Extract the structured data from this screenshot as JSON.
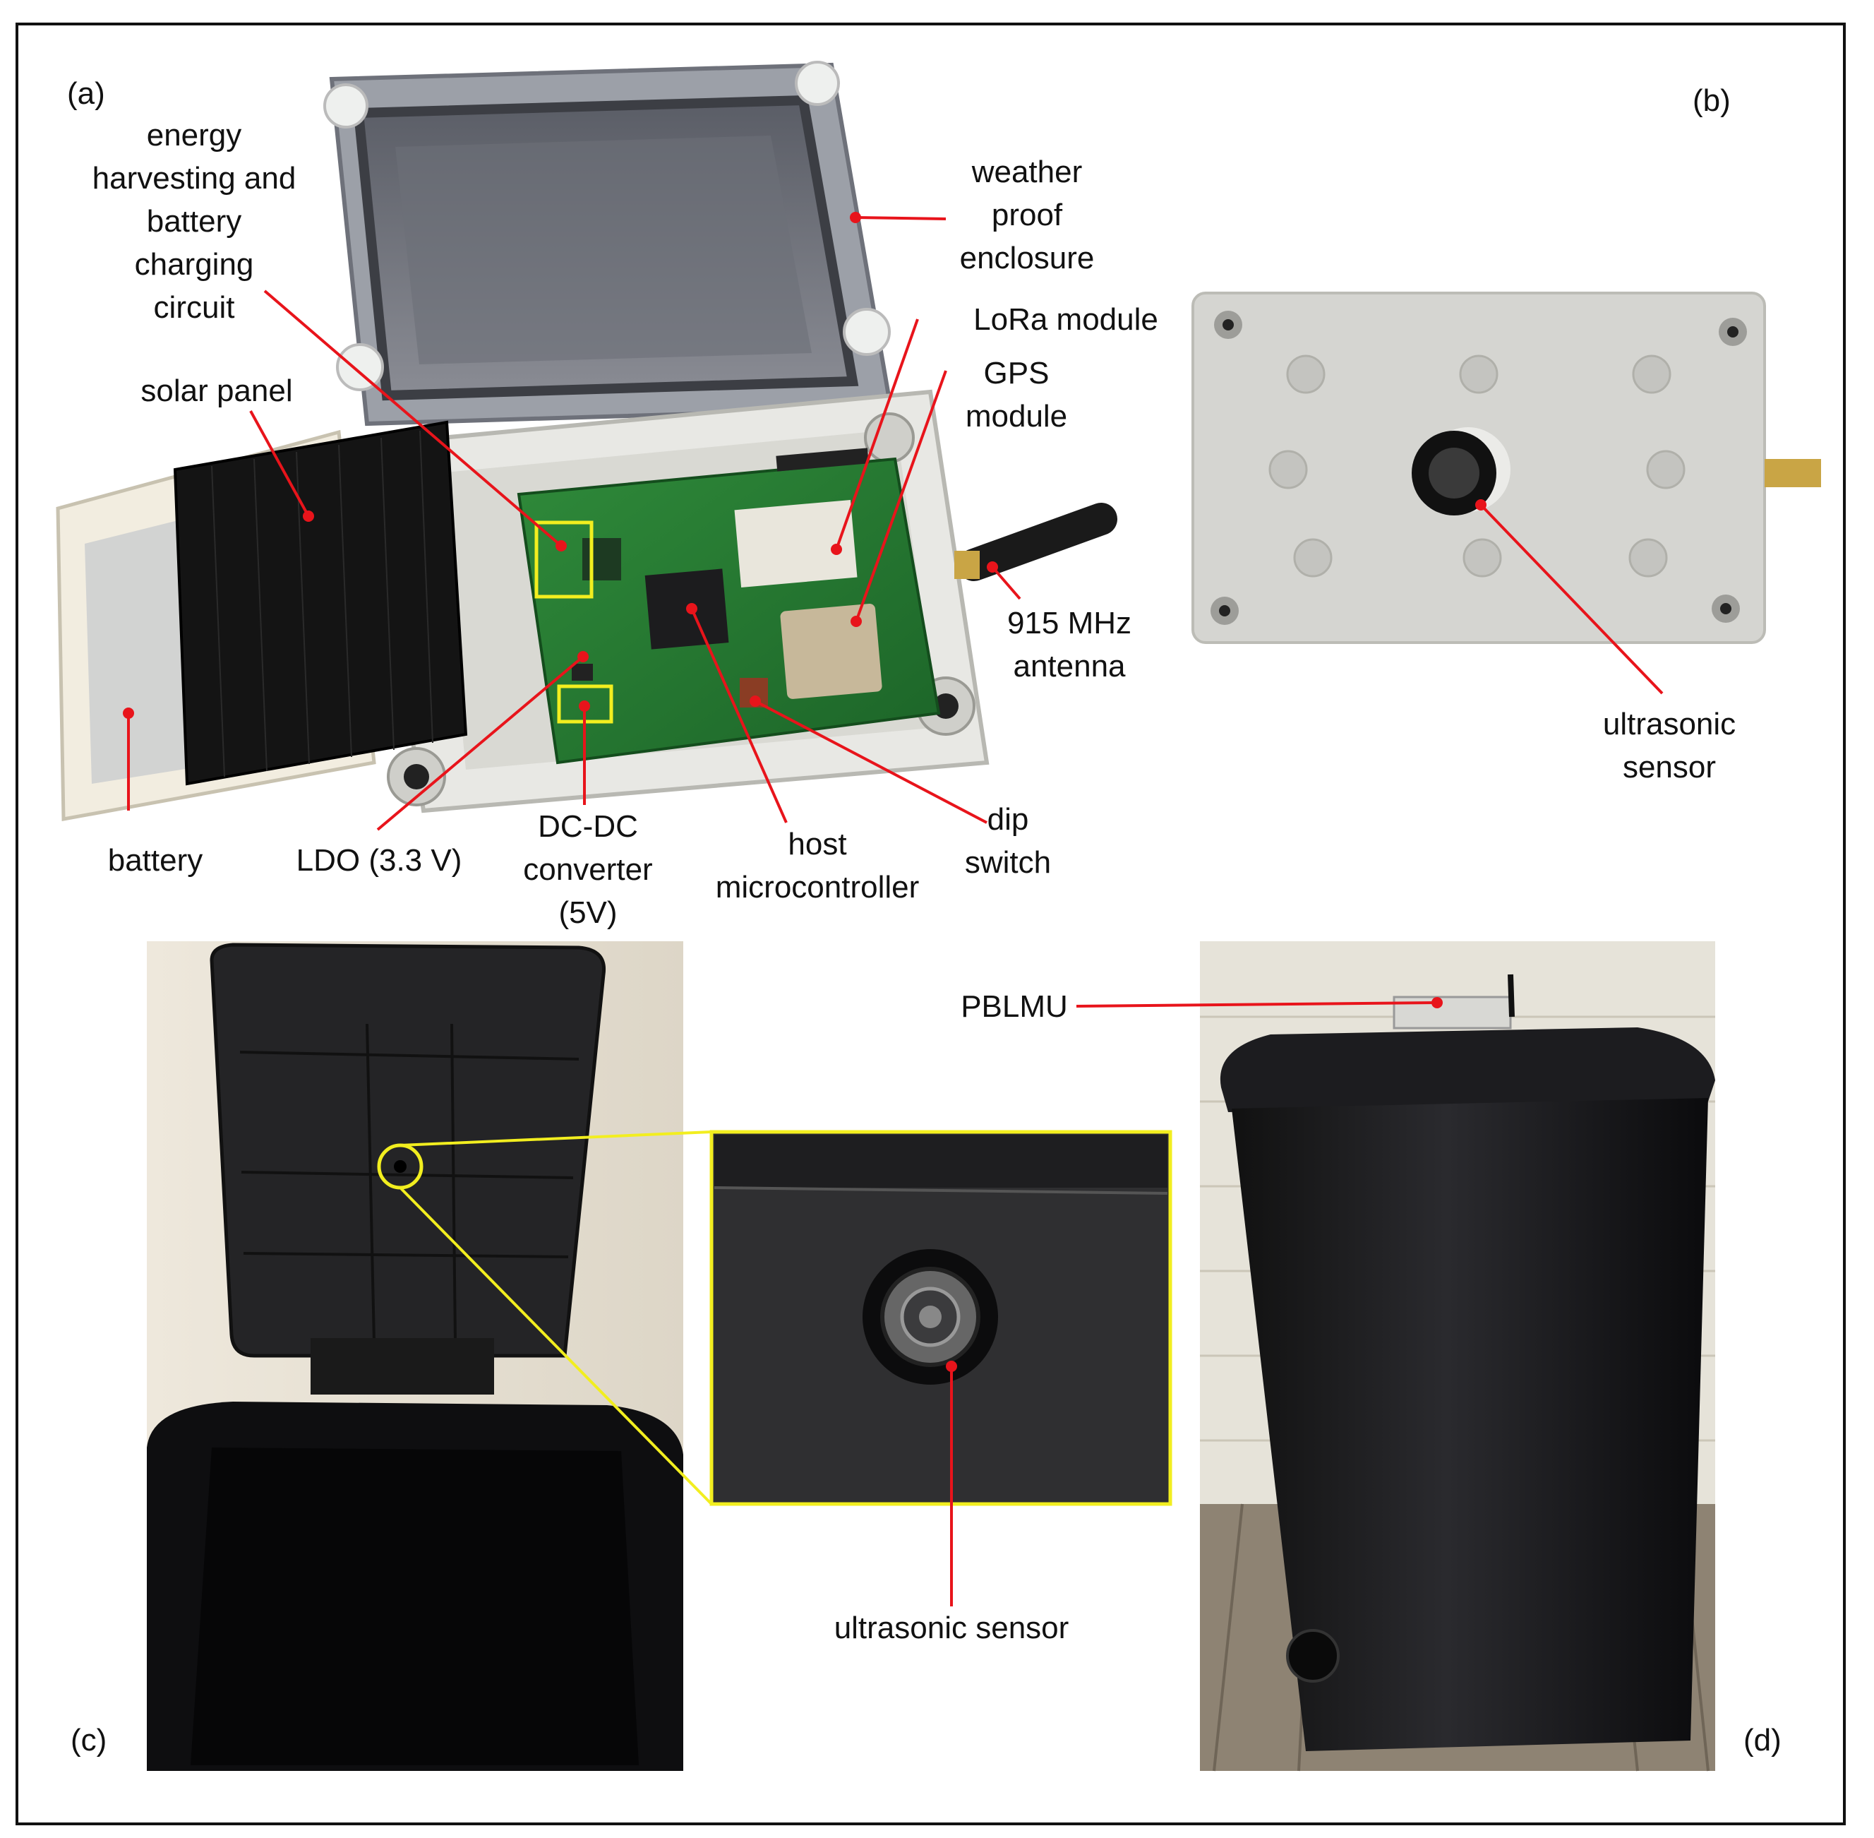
{
  "panels": {
    "a": "(a)",
    "b": "(b)",
    "c": "(c)",
    "d": "(d)"
  },
  "labels": {
    "energy_harvesting": [
      "energy",
      "harvesting and",
      "battery",
      "charging",
      "circuit"
    ],
    "weather_proof": [
      "weather",
      "proof",
      "enclosure"
    ],
    "lora": [
      "LoRa module"
    ],
    "gps": [
      "GPS",
      "module"
    ],
    "solar_panel": [
      "solar panel"
    ],
    "antenna": [
      "915 MHz",
      "antenna"
    ],
    "battery": [
      "battery"
    ],
    "ldo": [
      "LDO (3.3 V)"
    ],
    "dcdc": [
      "DC-DC",
      "converter",
      "(5V)"
    ],
    "host_mcu": [
      "host",
      "microcontroller"
    ],
    "dip_switch": [
      "dip",
      "switch"
    ],
    "ultrasonic_b": [
      "ultrasonic",
      "sensor"
    ],
    "ultrasonic_c": [
      "ultrasonic sensor"
    ],
    "pblmu": [
      "PBLMU"
    ]
  },
  "colors": {
    "callout": "#e8141b",
    "highlight": "#f2ee1f",
    "frame": "#111111"
  }
}
